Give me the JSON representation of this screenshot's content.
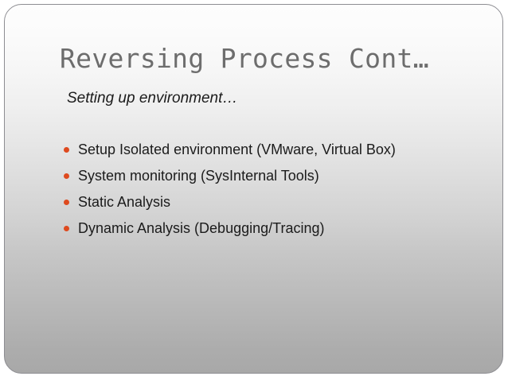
{
  "slide": {
    "title": "Reversing Process Cont…",
    "subtitle": "Setting up environment…",
    "bullets": [
      {
        "text": "Setup Isolated environment (VMware, Virtual Box)",
        "marker": "bullet-dot-icon"
      },
      {
        "text": "System monitoring (SysInternal Tools)",
        "marker": "bullet-dot-icon"
      },
      {
        "text": "Static Analysis",
        "marker": "bullet-dot-icon"
      },
      {
        "text": "Dynamic Analysis  (Debugging/Tracing)",
        "marker": "bullet-dot-icon"
      }
    ],
    "colors": {
      "title_text": "#6d6d6d",
      "body_text": "#1b1b1b",
      "bullet_marker": "#de4a1f",
      "slide_border": "#8d8d92",
      "background_top": "#fdfdfd",
      "background_bottom": "#a8a8a8",
      "canvas": "#ffffff"
    }
  }
}
